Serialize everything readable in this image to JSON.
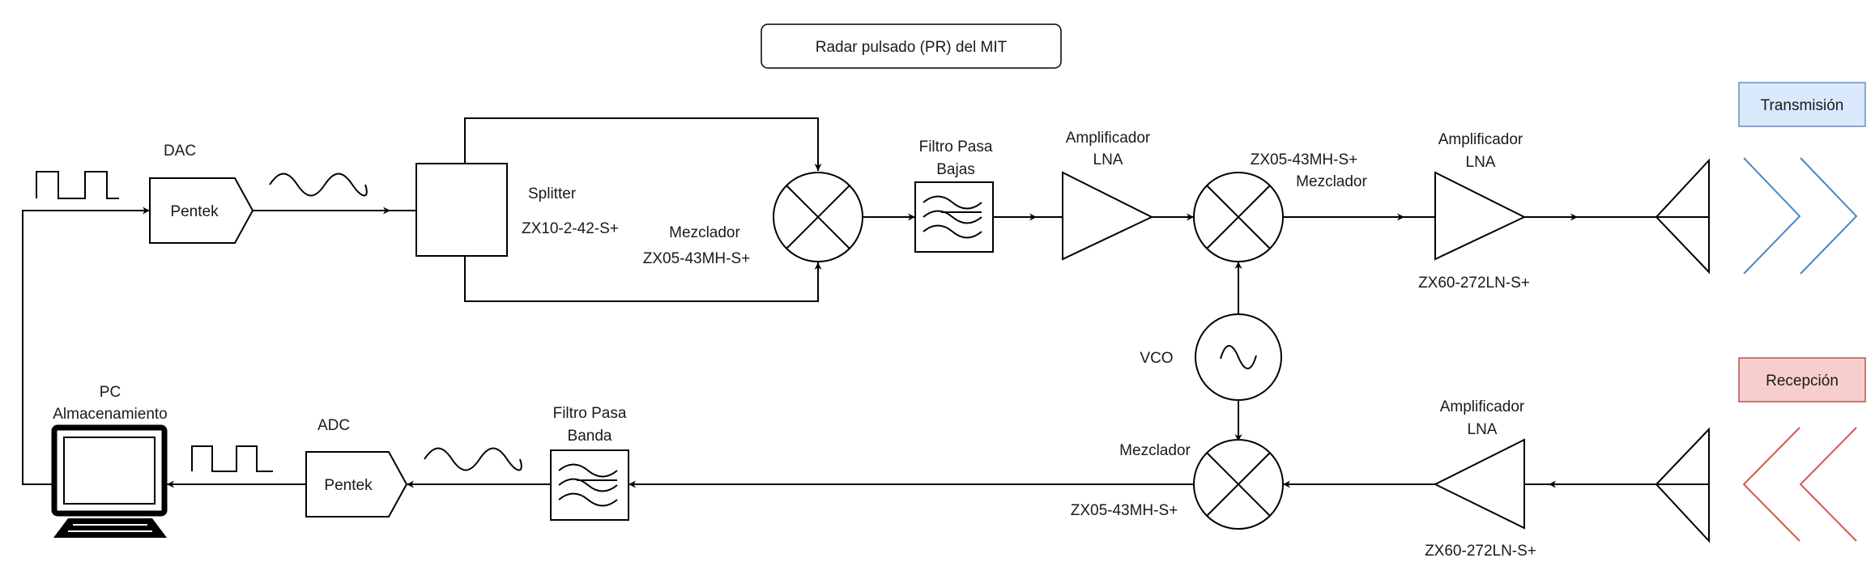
{
  "title": "Radar pulsado (PR) del MIT",
  "legend": {
    "tx": {
      "label": "Transmisión",
      "color": "#4a86c8",
      "fill": "#dae8fc",
      "border": "#6c8ebf"
    },
    "rx": {
      "label": "Recepción",
      "color": "#d0584f",
      "fill": "#f8cecc",
      "border": "#b85450"
    }
  },
  "tx_chain": {
    "dac_label": "DAC",
    "dac_name": "Pentek",
    "splitter_label": "Splitter",
    "splitter_part": "ZX10-2-42-S+",
    "mixer1_label": "Mezclador",
    "mixer1_part": "ZX05-43MH-S+",
    "lpf_label_1": "Filtro Pasa",
    "lpf_label_2": "Bajas",
    "amp1_label_1": "Amplificador",
    "amp1_label_2": "LNA",
    "mixer2_part": "ZX05-43MH-S+",
    "mixer2_label": "Mezclador",
    "amp2_label_1": "Amplificador",
    "amp2_label_2": "LNA",
    "amp2_part": "ZX60-272LN-S+"
  },
  "vco_label": "VCO",
  "rx_chain": {
    "pc_label_1": "PC",
    "pc_label_2": "Almacenamiento",
    "adc_label": "ADC",
    "adc_name": "Pentek",
    "bpf_label_1": "Filtro Pasa",
    "bpf_label_2": "Banda",
    "mixer3_label": "Mezclador",
    "mixer3_part": "ZX05-43MH-S+",
    "amp3_label_1": "Amplificador",
    "amp3_label_2": "LNA",
    "amp3_part": "ZX60-272LN-S+"
  }
}
